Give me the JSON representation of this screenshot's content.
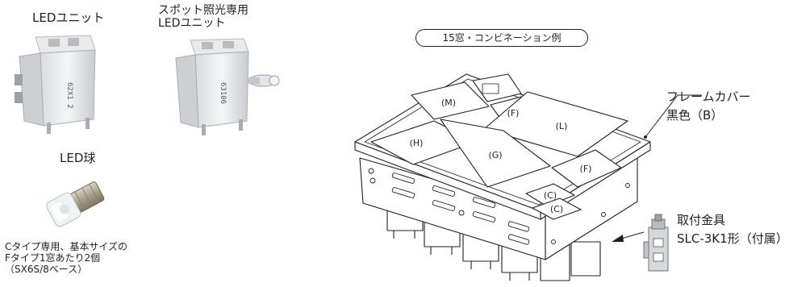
{
  "products": {
    "led_unit": {
      "label": "LEDユニット",
      "print": "62X1 2"
    },
    "spot_led_unit": {
      "label_line1": "スポット照光専用",
      "label_line2": "LEDユニット",
      "print": "63106"
    },
    "led_bulb": {
      "label": "LED球",
      "note_line1": "Cタイプ専用、基本サイズの",
      "note_line2": "Fタイプ1窓あたり2個",
      "note_line3": "（SX6S/8ベース）"
    }
  },
  "diagram": {
    "title": "15窓・コンビネーション例",
    "windows": [
      "M",
      "F",
      "L",
      "H",
      "G",
      "F",
      "C",
      "C"
    ],
    "frame_cover_line1": "フレームカバー",
    "frame_cover_line2": "黒色（B）",
    "bracket_line1": "取付金具",
    "bracket_line2": "SLC-3K1形（付属）"
  }
}
